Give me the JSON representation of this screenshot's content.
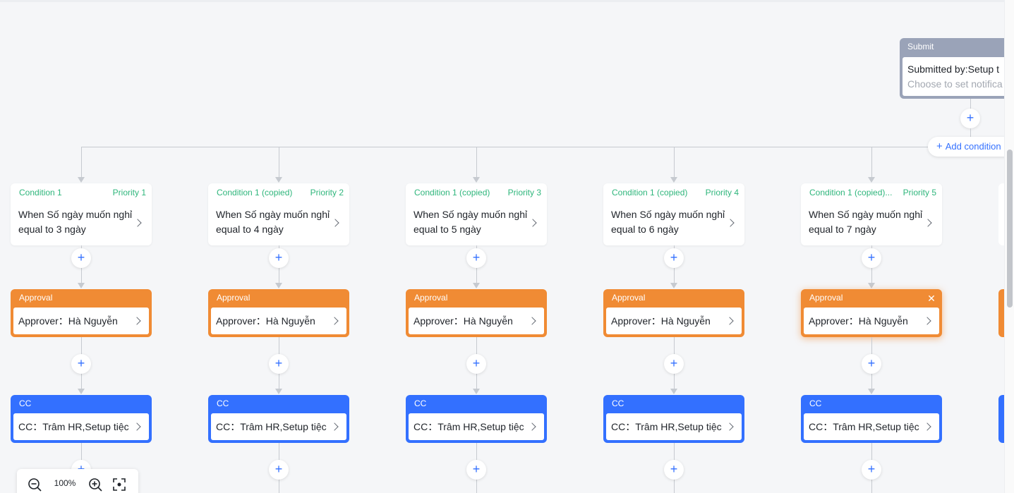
{
  "submit": {
    "title": "Submit",
    "line1": "Submitted by:Setup t",
    "line2": "Choose to set notifica"
  },
  "add_condition_label": "Add condition",
  "branches": [
    {
      "condition_name": "Condition 1",
      "priority": "Priority 1",
      "condition_text": "When Số ngày muốn nghỉ equal to 3 ngày",
      "approval_title": "Approval",
      "approver": "Approver：Hà Nguyễn",
      "cc_title": "CC",
      "cc": "CC：Trâm HR,Setup tiệc"
    },
    {
      "condition_name": "Condition 1 (copied)",
      "priority": "Priority 2",
      "condition_text": "When Số ngày muốn nghỉ equal to 4 ngày",
      "approval_title": "Approval",
      "approver": "Approver：Hà Nguyễn",
      "cc_title": "CC",
      "cc": "CC：Trâm HR,Setup tiệc"
    },
    {
      "condition_name": "Condition 1 (copied)",
      "priority": "Priority 3",
      "condition_text": "When Số ngày muốn nghỉ equal to 5 ngày",
      "approval_title": "Approval",
      "approver": "Approver：Hà Nguyễn",
      "cc_title": "CC",
      "cc": "CC：Trâm HR,Setup tiệc"
    },
    {
      "condition_name": "Condition 1 (copied)",
      "priority": "Priority 4",
      "condition_text": "When Số ngày muốn nghỉ equal to 6 ngày",
      "approval_title": "Approval",
      "approver": "Approver：Hà Nguyễn",
      "cc_title": "CC",
      "cc": "CC：Trâm HR,Setup tiệc"
    },
    {
      "condition_name": "Condition 1 (copied)...",
      "priority": "Priority 5",
      "condition_text": "When Số ngày muốn nghỉ equal to 7 ngày",
      "approval_title": "Approval",
      "approver": "Approver：Hà Nguyễn",
      "cc_title": "CC",
      "cc": "CC：Trâm HR,Setup tiệc"
    }
  ],
  "zoom": {
    "level": "100%",
    "zoom_out_icon": "zoom-out-icon",
    "zoom_in_icon": "zoom-in-icon",
    "fit_icon": "fit-screen-icon"
  },
  "colors": {
    "approval": "#f08b34",
    "cc": "#3370ff",
    "condition_text": "#2fb67c",
    "submit": "#9aa3b8",
    "plus": "#3370ff"
  }
}
